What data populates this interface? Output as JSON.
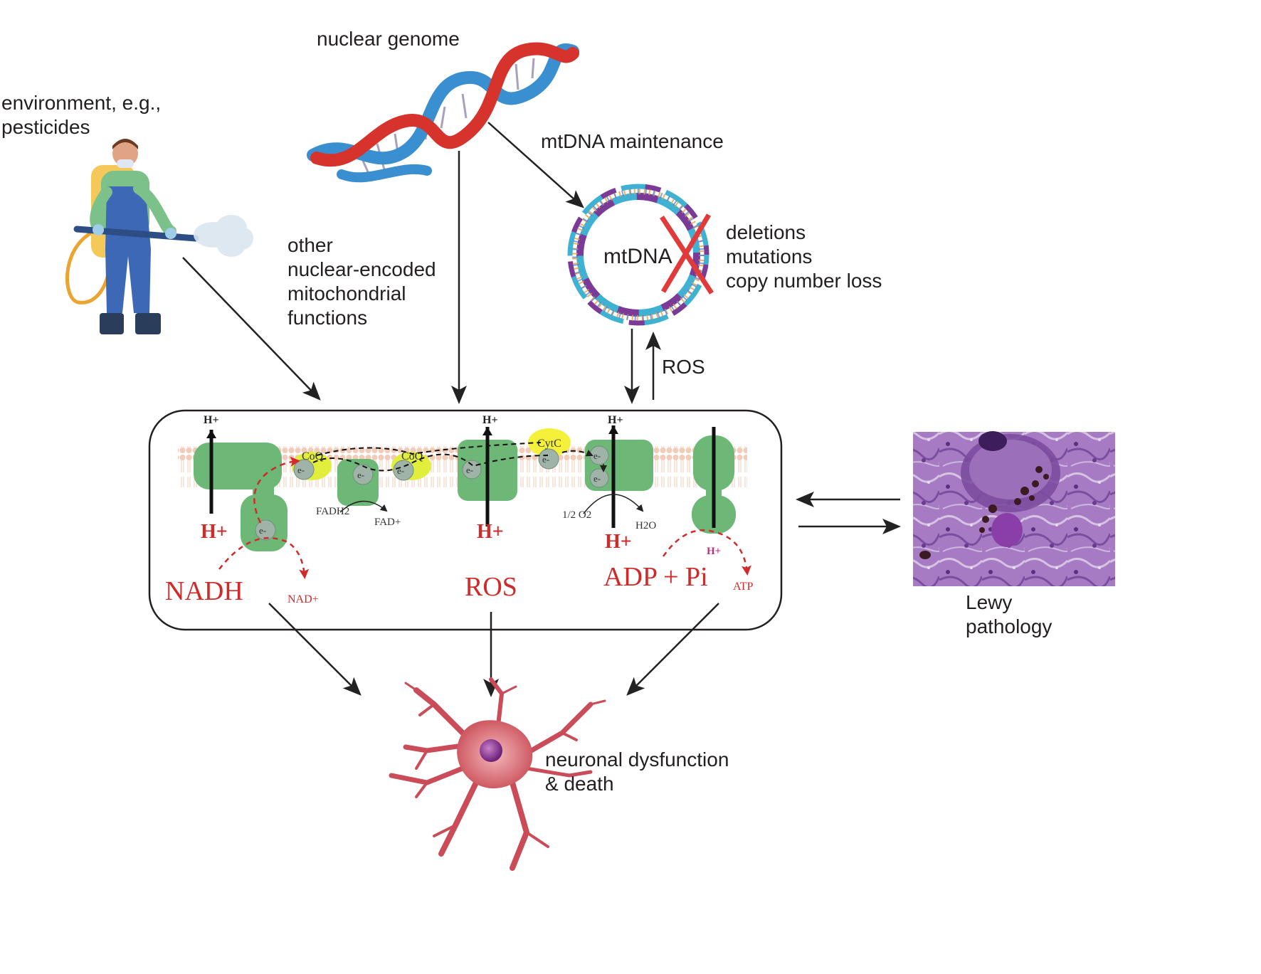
{
  "labels": {
    "nuclear_genome": "nuclear genome",
    "environment_line1": "environment, e.g.,",
    "environment_line2": "pesticides",
    "mtdna_maintenance": "mtDNA maintenance",
    "other_line1": "other",
    "other_line2": "nuclear-encoded",
    "other_line3": "mitochondrial",
    "other_line4": "functions",
    "mtdna": "mtDNA",
    "defect_line1": "deletions",
    "defect_line2": "mutations",
    "defect_line3": "copy number loss",
    "ros_feedback": "ROS",
    "lewy_line1": "Lewy",
    "lewy_line2": "pathology",
    "neuron_line1": "neuronal dysfunction",
    "neuron_line2": "& death"
  },
  "etc": {
    "h_plus": "H+",
    "coq": "CoQ",
    "cytc": "CytC",
    "electron": "e-",
    "fadh2": "FADH2",
    "fad_plus": "FAD+",
    "half_o2": "1/2 O2",
    "h2o": "H2O",
    "nadh": "NADH",
    "nad_plus": "NAD+",
    "ros": "ROS",
    "adp_pi": "ADP + Pi",
    "atp": "ATP"
  },
  "colors": {
    "complex_green": "#6db877",
    "accent_red": "#d02a2a",
    "coq_yellow": "#e2ee3c",
    "cytc_yellow": "#f5f03a",
    "membrane_pink": "#f2cbb9",
    "dna_red": "#d6332c",
    "dna_blue": "#3a8fd0"
  }
}
